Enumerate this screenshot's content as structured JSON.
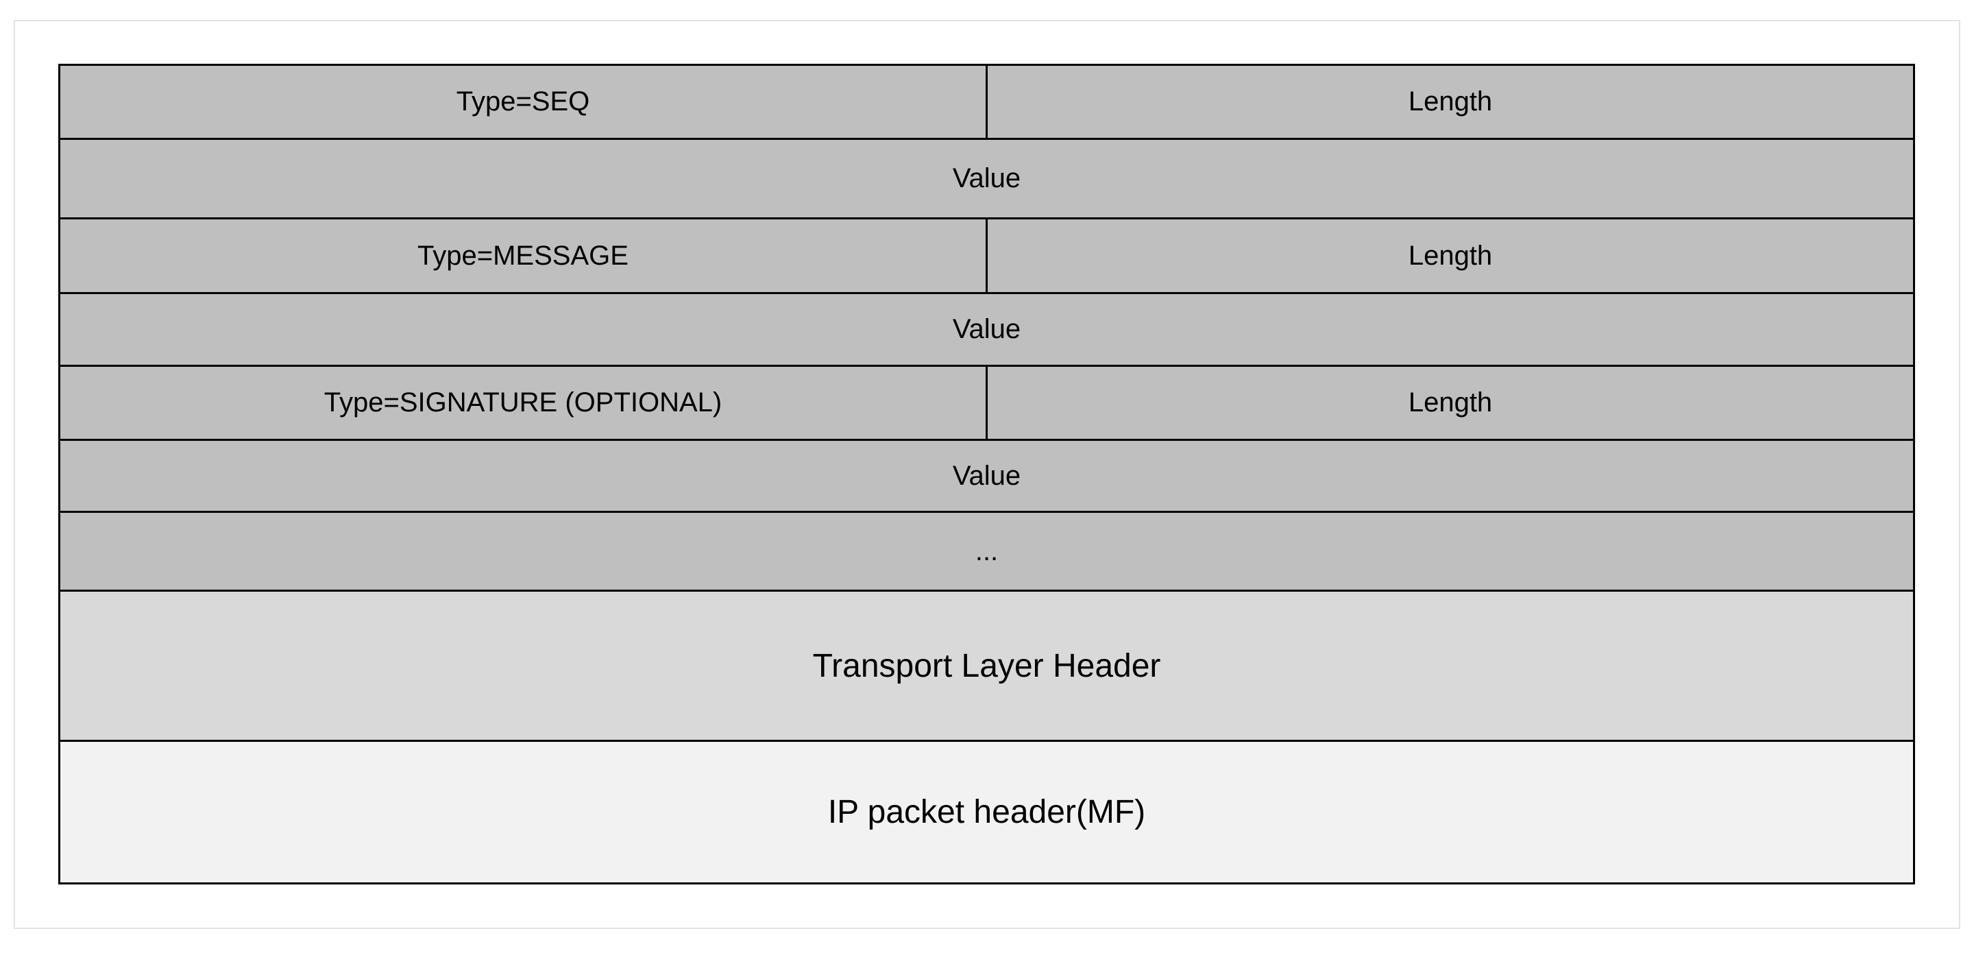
{
  "diagram": {
    "rows": [
      {
        "type_label": "Type=SEQ",
        "length_label": "Length"
      },
      {
        "value_label": "Value"
      },
      {
        "type_label": "Type=MESSAGE",
        "length_label": "Length"
      },
      {
        "value_label": "Value"
      },
      {
        "type_label": "Type=SIGNATURE (OPTIONAL)",
        "length_label": "Length"
      },
      {
        "value_label": "Value"
      },
      {
        "ellipsis": "..."
      },
      {
        "header": "Transport Layer Header"
      },
      {
        "header": "IP packet header(MF)"
      }
    ],
    "colors": {
      "tlv_fill": "#bfbfbf",
      "transport_fill": "#d9d9d9",
      "ip_fill": "#f2f2f2",
      "border": "#000000"
    }
  }
}
